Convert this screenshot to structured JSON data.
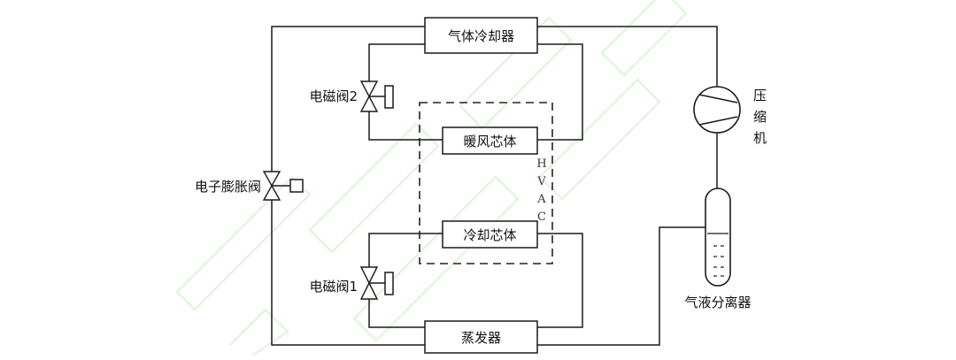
{
  "components": {
    "gas_cooler": "气体冷却器",
    "heater_core": "暖风芯体",
    "cooling_core": "冷却芯体",
    "evaporator": "蒸发器",
    "compressor": "压缩机",
    "accumulator": "气液分离器",
    "solenoid_valve_2": "电磁阀2",
    "solenoid_valve_1": "电磁阀1",
    "electronic_expansion_valve": "电子膨胀阀",
    "hvac": "HVAC"
  },
  "colors": {
    "line": "#1a1a1a",
    "watermark": "#9be08f"
  }
}
